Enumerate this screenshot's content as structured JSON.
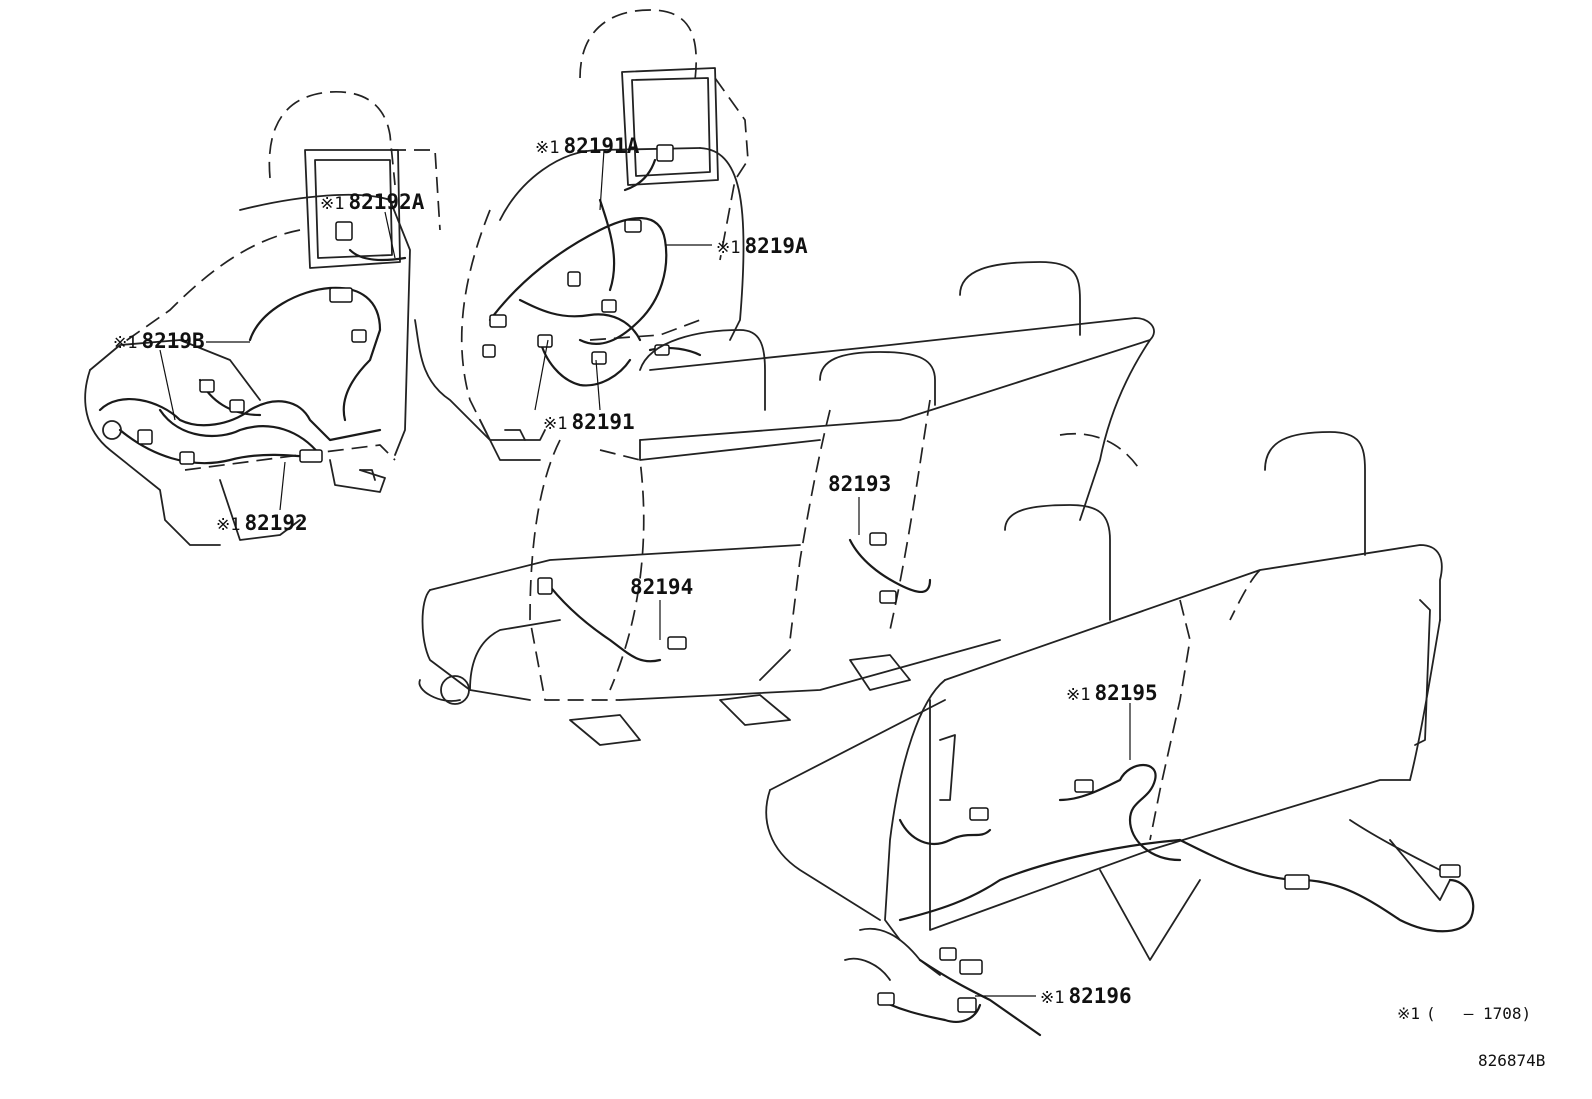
{
  "diagram": {
    "drawing_code": "826874B",
    "footnote": {
      "mark": "※1",
      "open_paren": "(",
      "range": "– 1708)"
    },
    "callouts": [
      {
        "id": "c82192A",
        "mark": "※1",
        "part": "82192A"
      },
      {
        "id": "c8219B",
        "mark": "※1",
        "part": "8219B"
      },
      {
        "id": "c82192",
        "mark": "※1",
        "part": "82192"
      },
      {
        "id": "c82191A",
        "mark": "※1",
        "part": "82191A"
      },
      {
        "id": "c8219A",
        "mark": "※1",
        "part": "8219A"
      },
      {
        "id": "c82191",
        "mark": "※1",
        "part": "82191"
      },
      {
        "id": "c82193",
        "mark": "",
        "part": "82193"
      },
      {
        "id": "c82194",
        "mark": "",
        "part": "82194"
      },
      {
        "id": "c82195",
        "mark": "※1",
        "part": "82195"
      },
      {
        "id": "c82196",
        "mark": "※1",
        "part": "82196"
      }
    ]
  }
}
